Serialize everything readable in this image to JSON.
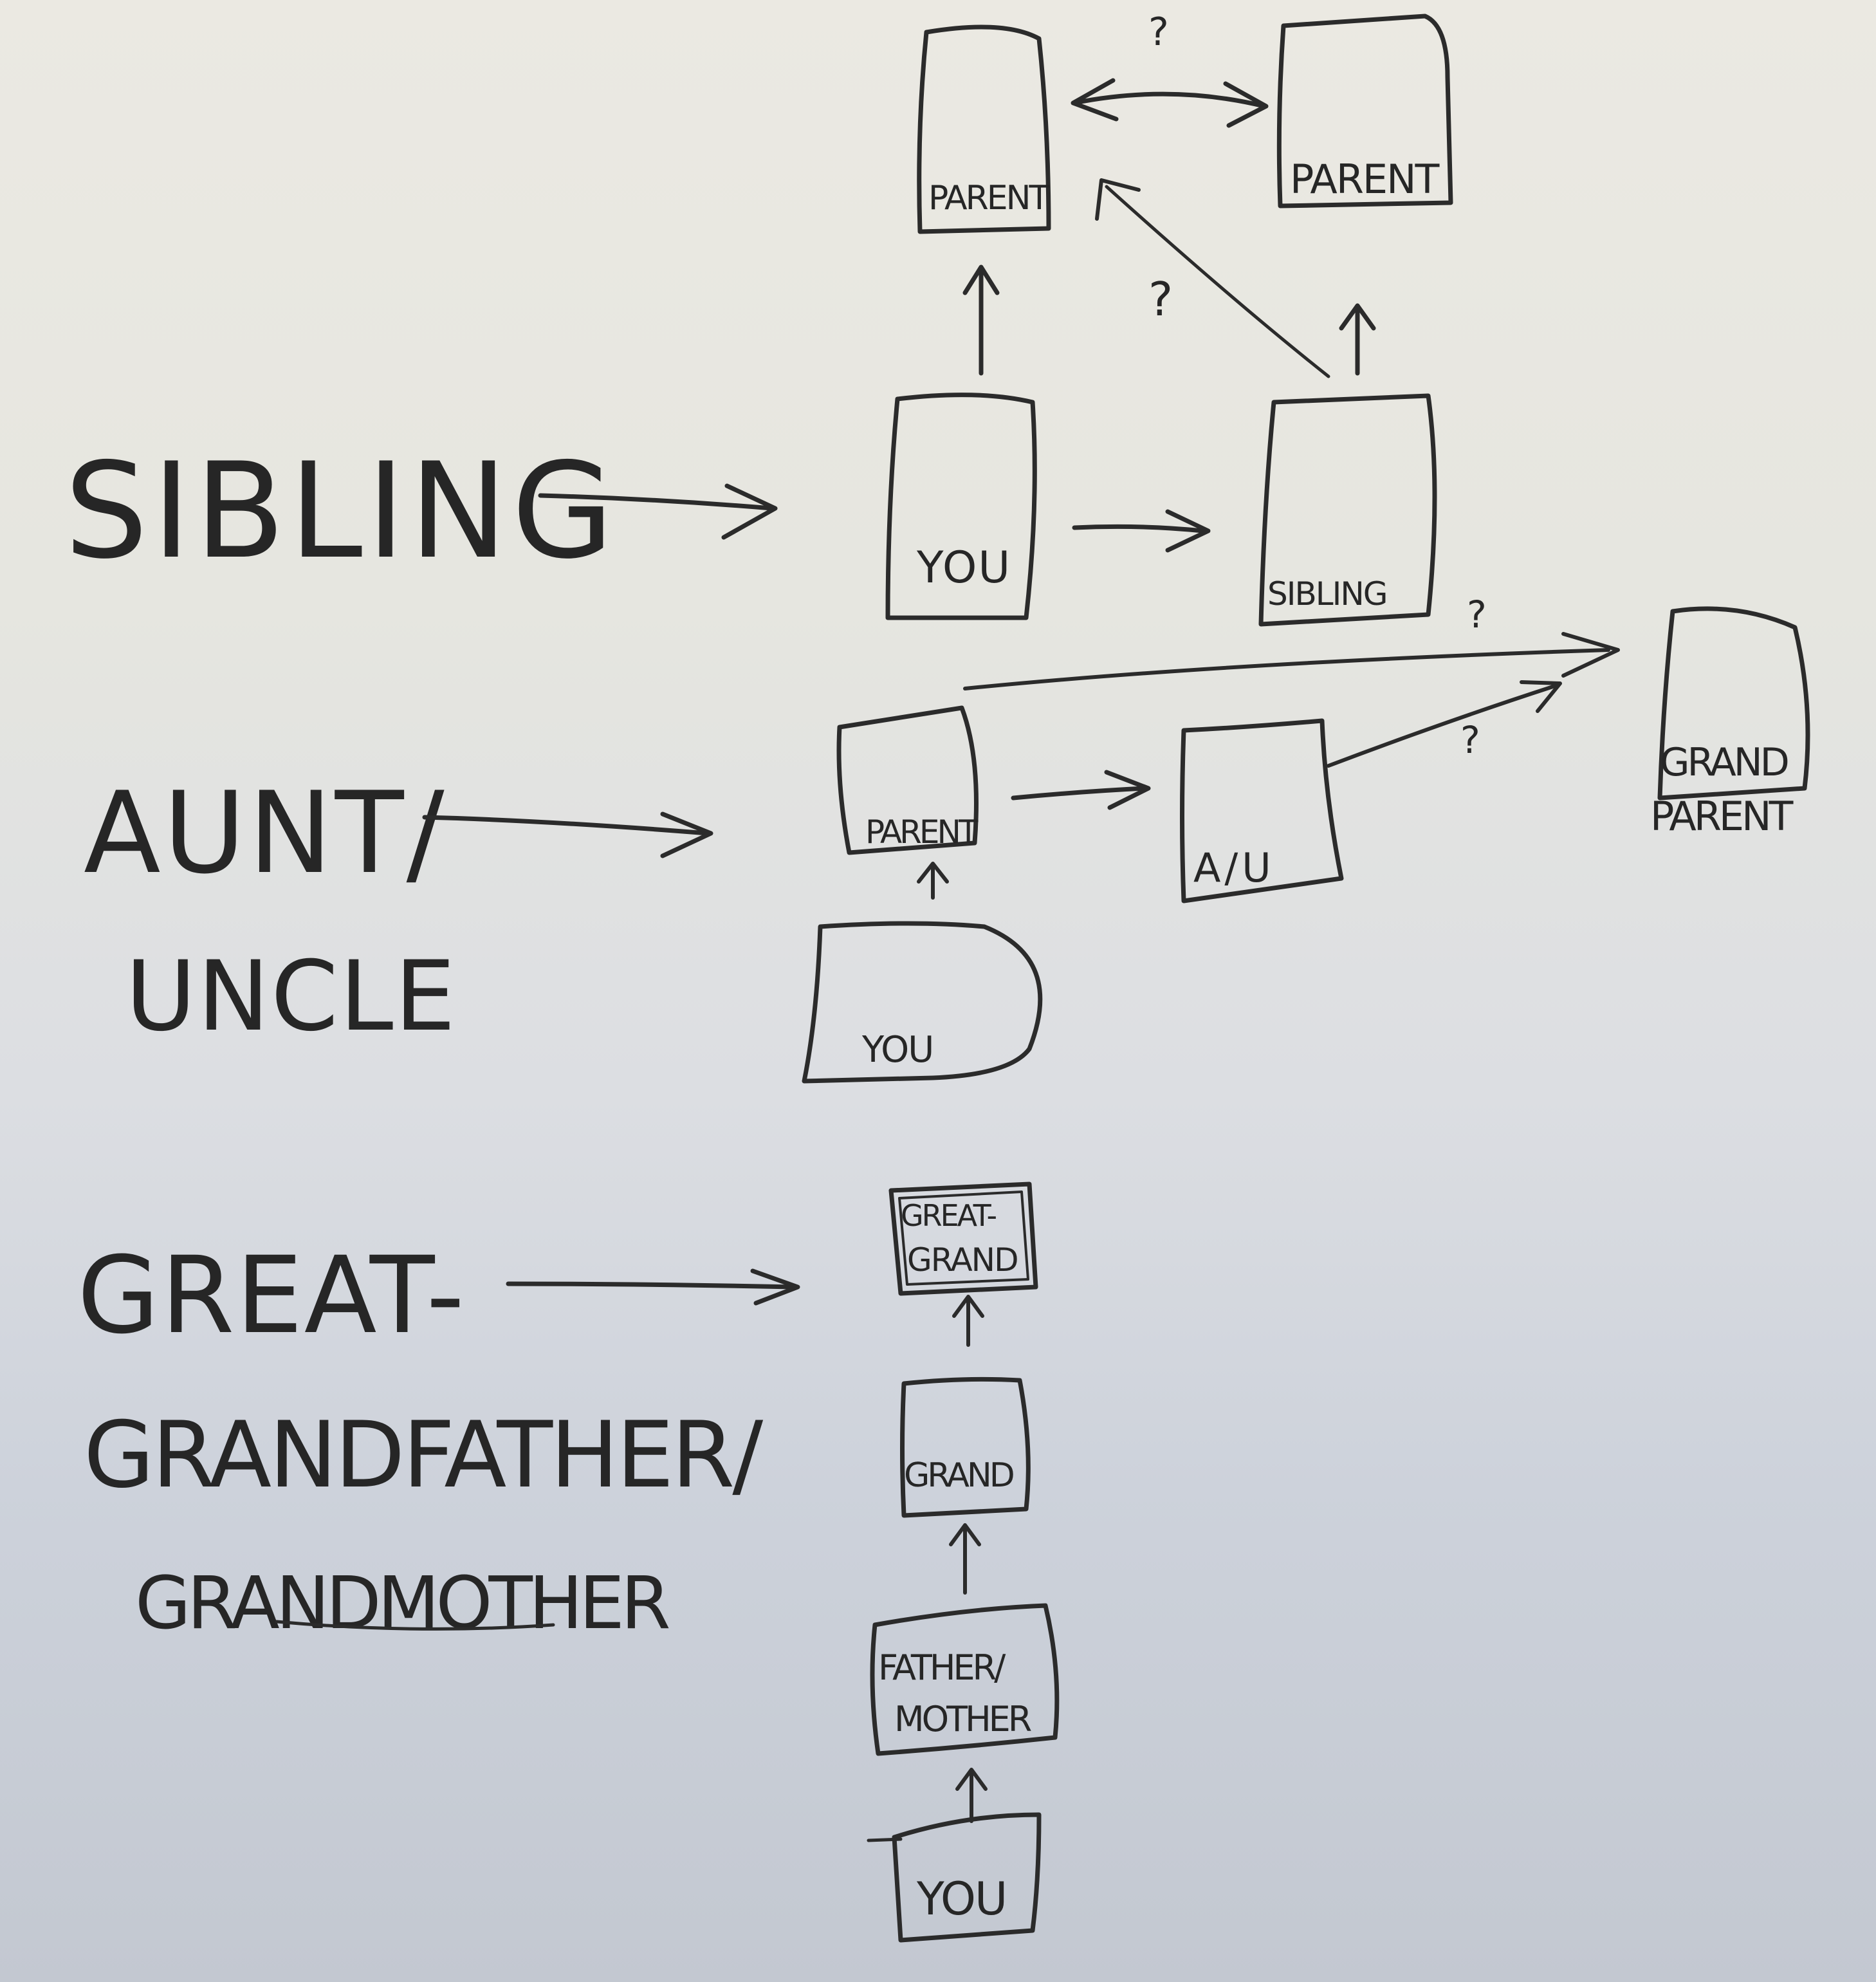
{
  "colors": {
    "ink": "#2b2b2b",
    "board_top": "#ebe9e2",
    "board_bottom": "#c3c8d1"
  },
  "labels": {
    "sibling": "SIBLING",
    "aunt": "AUNT/",
    "uncle": "UNCLE",
    "great": "GREAT-",
    "grandfather": "GRANDFATHER/",
    "grandmother": "GRANDMOTHER"
  },
  "sibling_section": {
    "parent_left": "PARENT",
    "parent_right": "PARENT",
    "you": "YOU",
    "sibling": "SIBLING",
    "question_mark": "?"
  },
  "aunt_uncle_section": {
    "parent": "PARENT",
    "au": "A/U",
    "you": "YOU",
    "grandparent_line1": "GRAND",
    "grandparent_line2": "PARENT",
    "question_mark": "?"
  },
  "great_grand_section": {
    "great_line1": "GREAT-",
    "great_line2": "GRAND",
    "grand": "GRAND",
    "father_mother_line1": "FATHER/",
    "father_mother_line2": "MOTHER",
    "you": "YOU"
  }
}
